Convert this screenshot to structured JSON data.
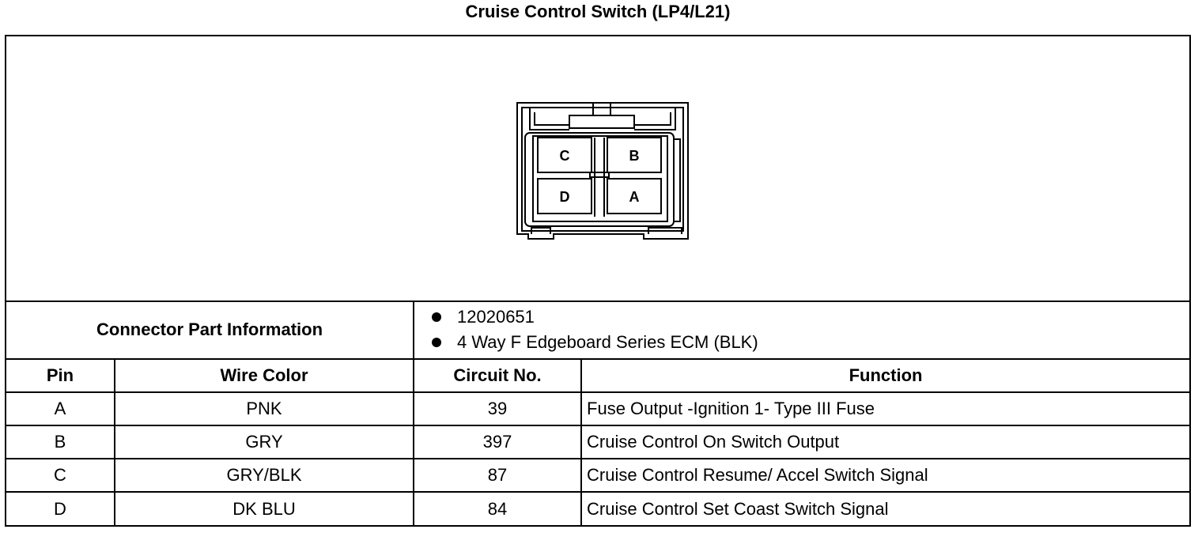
{
  "title": "Cruise Control Switch (LP4/L21)",
  "connector": {
    "pins_layout": [
      {
        "label": "C"
      },
      {
        "label": "B"
      },
      {
        "label": "D"
      },
      {
        "label": "A"
      }
    ]
  },
  "part_info": {
    "label": "Connector Part Information",
    "items": [
      "12020651",
      "4 Way F Edgeboard Series ECM (BLK)"
    ]
  },
  "columns": {
    "pin": "Pin",
    "wire_color": "Wire Color",
    "circuit": "Circuit No.",
    "function": "Function"
  },
  "rows": [
    {
      "pin": "A",
      "wire_color": "PNK",
      "circuit": "39",
      "function": "Fuse Output -Ignition 1- Type III Fuse"
    },
    {
      "pin": "B",
      "wire_color": "GRY",
      "circuit": "397",
      "function": "Cruise Control On Switch Output"
    },
    {
      "pin": "C",
      "wire_color": "GRY/BLK",
      "circuit": "87",
      "function": "Cruise Control Resume/ Accel Switch Signal"
    },
    {
      "pin": "D",
      "wire_color": "DK BLU",
      "circuit": "84",
      "function": "Cruise Control Set Coast Switch Signal"
    }
  ]
}
